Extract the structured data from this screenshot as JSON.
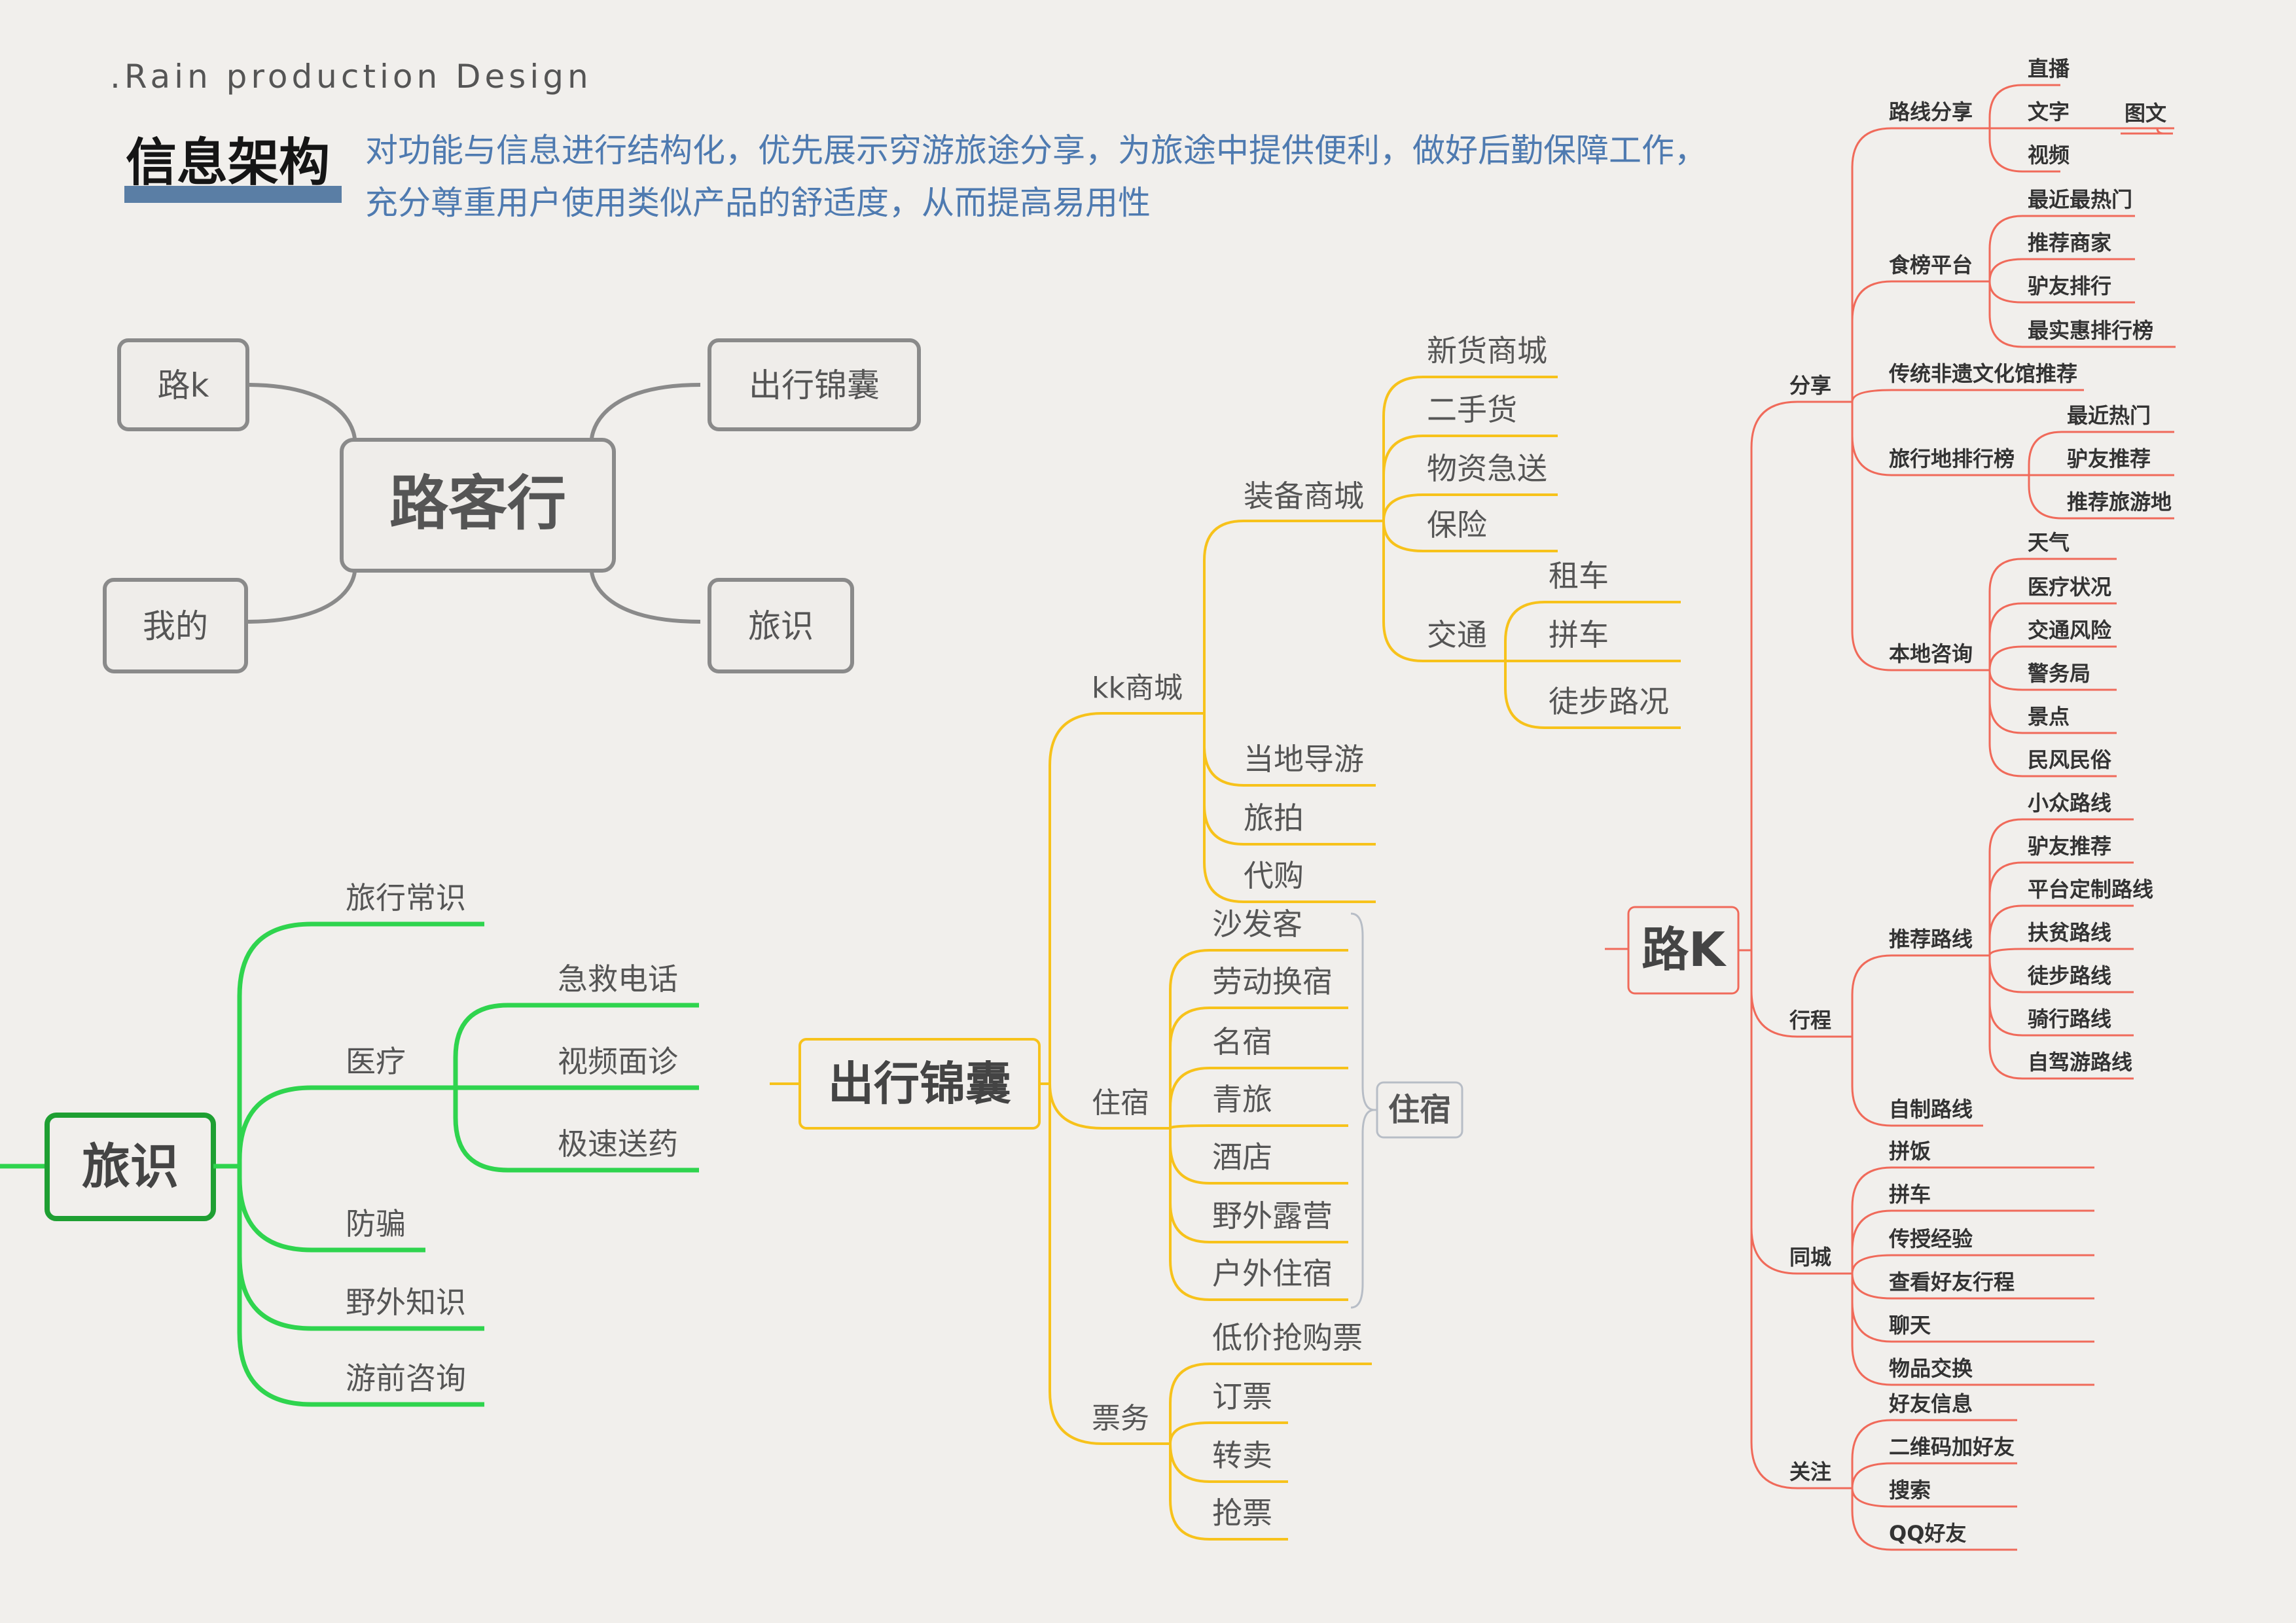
{
  "header": {
    "brand": ".Rain production Design",
    "title": "信息架构",
    "desc_line1": "对功能与信息进行结构化，优先展示穷游旅途分享，为旅途中提供便利，做好后勤保障工作，",
    "desc_line2": "充分尊重用户使用类似产品的舒适度，从而提高易用性"
  },
  "overview": {
    "center": "路客行",
    "nodes": [
      "路k",
      "出行锦囊",
      "我的",
      "旅识"
    ],
    "line_color": "#8a8a8a"
  },
  "lvshi": {
    "root": "旅识",
    "color": "#2fd44e",
    "items": [
      "旅行常识",
      "医疗",
      "防骗",
      "野外知识",
      "游前咨询"
    ],
    "medical_sub": [
      "急救电话",
      "视频面诊",
      "极速送药"
    ]
  },
  "chuxing": {
    "root": "出行锦囊",
    "color": "#f7c21b",
    "kk": "kk商城",
    "zhuangbei": "装备商城",
    "zhuangbei_items": [
      "新货商城",
      "二手货",
      "物资急送",
      "保险",
      "交通"
    ],
    "jiaotong_items": [
      "租车",
      "拼车",
      "徒步路况"
    ],
    "kk_items": [
      "当地导游",
      "旅拍",
      "代购"
    ],
    "zhusu": "住宿",
    "zhusu_items": [
      "沙发客",
      "劳动换宿",
      "名宿",
      "青旅",
      "酒店",
      "野外露营",
      "户外住宿"
    ],
    "zhusu_summary": "住宿",
    "piaowu": "票务",
    "piaowu_items": [
      "低价抢购票",
      "订票",
      "转卖",
      "抢票"
    ]
  },
  "luk": {
    "root": "路K",
    "color": "#f06a5a",
    "fenxiang": "分享",
    "fenxiang_items": [
      "路线分享",
      "食榜平台",
      "传统非遗文化馆推荐",
      "旅行地排行榜",
      "本地咨询"
    ],
    "luxian_items": [
      "直播",
      "文字",
      "视频"
    ],
    "tuwen": "图文",
    "shibang_items": [
      "最近最热门",
      "推荐商家",
      "驴友排行",
      "最实惠排行榜"
    ],
    "paihang_items": [
      "最近热门",
      "驴友推荐",
      "推荐旅游地"
    ],
    "zixun_items": [
      "天气",
      "医疗状况",
      "交通风险",
      "警务局",
      "景点",
      "民风民俗"
    ],
    "xingcheng": "行程",
    "xingcheng_items": [
      "推荐路线",
      "自制路线"
    ],
    "tuijian_items": [
      "小众路线",
      "驴友推荐",
      "平台定制路线",
      "扶贫路线",
      "徒步路线",
      "骑行路线",
      "自驾游路线"
    ],
    "tongcheng": "同城",
    "tongcheng_items": [
      "拼饭",
      "拼车",
      "传授经验",
      "查看好友行程",
      "聊天",
      "物品交换"
    ],
    "guanzhu": "关注",
    "guanzhu_items": [
      "好友信息",
      "二维码加好友",
      "搜索",
      "QQ好友"
    ]
  }
}
